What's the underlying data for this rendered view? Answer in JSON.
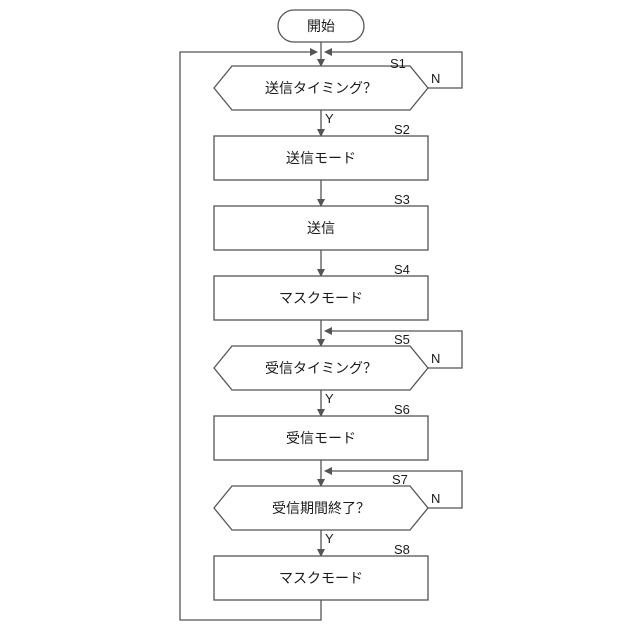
{
  "flowchart": {
    "start": {
      "label": "開始"
    },
    "steps": [
      {
        "id": "S1",
        "type": "decision",
        "label": "送信タイミング？",
        "yes": "Y",
        "no": "N"
      },
      {
        "id": "S2",
        "type": "process",
        "label": "送信モード"
      },
      {
        "id": "S3",
        "type": "process",
        "label": "送信"
      },
      {
        "id": "S4",
        "type": "process",
        "label": "マスクモード"
      },
      {
        "id": "S5",
        "type": "decision",
        "label": "受信タイミング？",
        "yes": "Y",
        "no": "N"
      },
      {
        "id": "S6",
        "type": "process",
        "label": "受信モード"
      },
      {
        "id": "S7",
        "type": "decision",
        "label": "受信期間終了？",
        "yes": "Y",
        "no": "N"
      },
      {
        "id": "S8",
        "type": "process",
        "label": "マスクモード"
      }
    ]
  }
}
